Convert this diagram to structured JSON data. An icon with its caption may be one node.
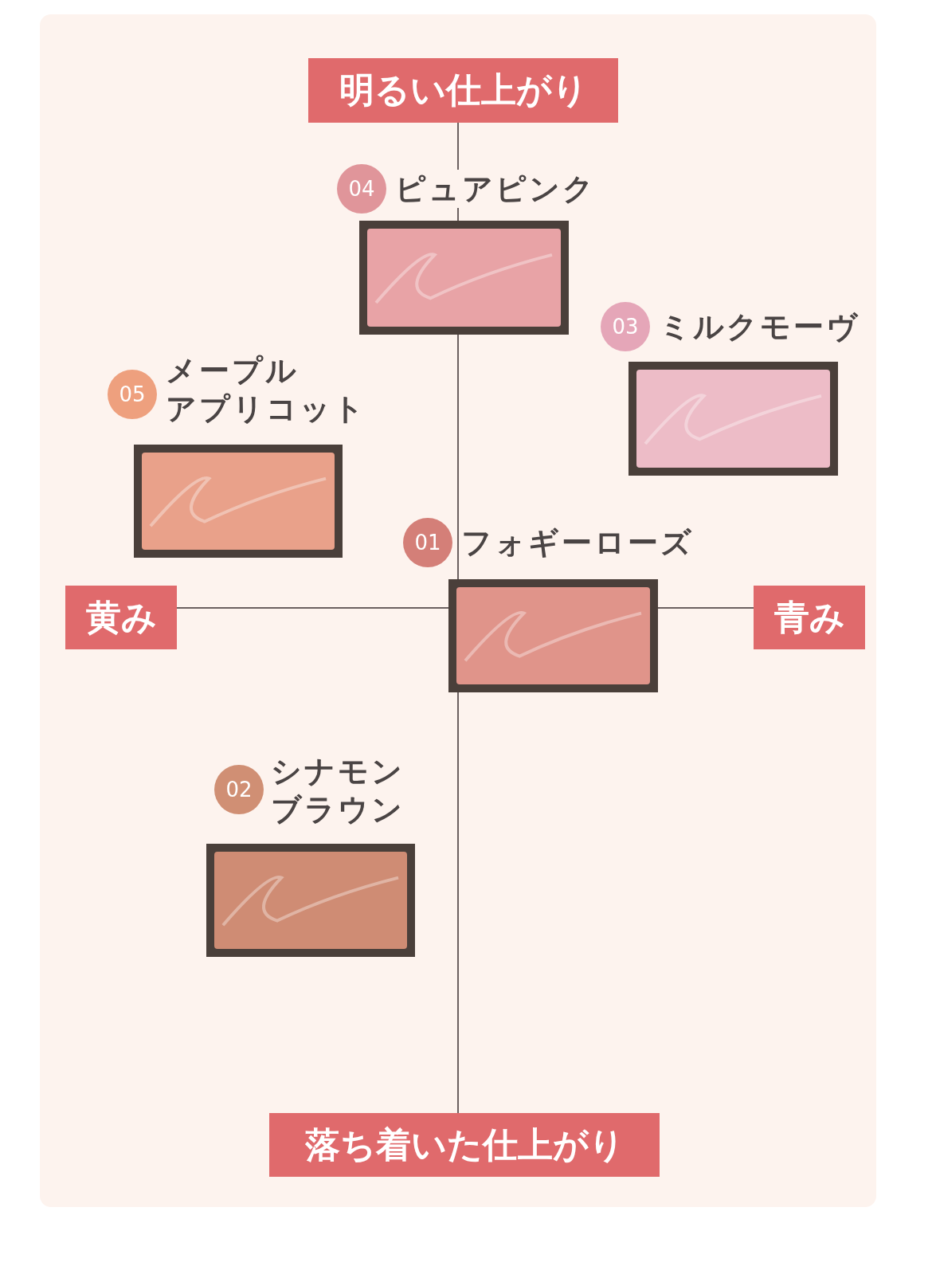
{
  "diagram": {
    "nodes": [
      {
        "text": [
          "明るい仕上がり"
        ]
      },
      {
        "text": [
          "04"
        ],
        "beside": [
          "ピュアピンク"
        ]
      },
      {
        "text": [],
        "shape": "picture"
      },
      {
        "text": [
          "03"
        ],
        "beside": [
          "ミルクモーヴ"
        ]
      },
      {
        "text": [],
        "shape": "picture"
      },
      {
        "text": [
          "05"
        ],
        "beside": [
          "メープルアプリコット"
        ]
      },
      {
        "text": [],
        "shape": "picture"
      },
      {
        "text": [
          "01"
        ],
        "beside": [
          "フォギーローズ"
        ]
      },
      {
        "text": [
          "黄み"
        ]
      },
      {
        "text": [],
        "shape": "picture"
      },
      {
        "text": [
          "青み"
        ]
      },
      {
        "text": [
          "02"
        ],
        "beside": [
          "シナモンブラウン"
        ]
      },
      {
        "text": [],
        "shape": "picture"
      },
      {
        "text": [
          "落ち着いた仕上がり"
        ]
      }
    ]
  }
}
